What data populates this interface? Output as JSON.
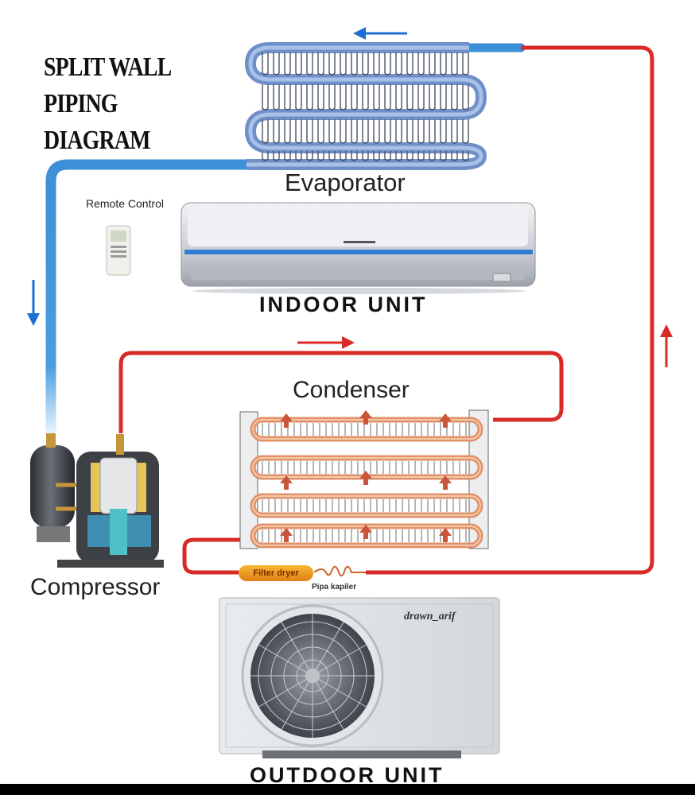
{
  "title_lines": [
    "SPLIT WALL",
    "PIPING",
    "DIAGRAM"
  ],
  "labels": {
    "evaporator": "Evaporator",
    "remote_control": "Remote Control",
    "indoor_unit": "INDOOR UNIT",
    "condenser": "Condenser",
    "compressor": "Compressor",
    "filter_dryer": "Filter dryer",
    "pipa_kapiler": "Pipa kapiler",
    "signature": "drawn_arif",
    "outdoor_unit": "OUTDOOR UNIT"
  },
  "colors": {
    "cold_pipe": "#3d8fd8",
    "hot_pipe": "#d82a26",
    "coil": "#6f8fc9",
    "condenser_coil": "#e0916a"
  },
  "icons": [
    "arrow-left-icon",
    "arrow-down-icon",
    "arrow-right-icon",
    "arrow-up-icon",
    "fan-icon"
  ]
}
